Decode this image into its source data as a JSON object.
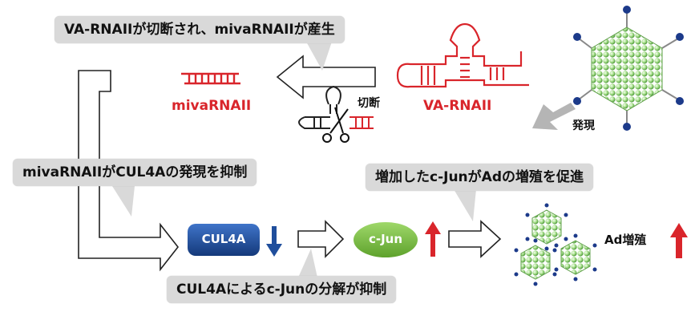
{
  "callouts": {
    "top": "VA-RNAIIが切断され、mivaRNAIIが産生",
    "left": "mivaRNAIIがCUL4Aの発現を抑制",
    "right": "増加したc-JunがAdの増殖を促進",
    "bottom": "CUL4Aによるc-Junの分解が抑制"
  },
  "labels": {
    "miva": "mivaRNAII",
    "va": "VA-RNAII",
    "cleave": "切断",
    "expression": "発現",
    "ad_growth": "Ad増殖"
  },
  "nodes": {
    "cul4a": "CUL4A",
    "cjun": "c-Jun"
  },
  "colors": {
    "rna_red": "#d9252b",
    "cul4a_blue": "#1f4e9c",
    "cjun_green": "#7cc142",
    "callout_gray": "#d9d9d9",
    "arrow_down": "#1f4e9c",
    "arrow_up": "#d9252b"
  }
}
